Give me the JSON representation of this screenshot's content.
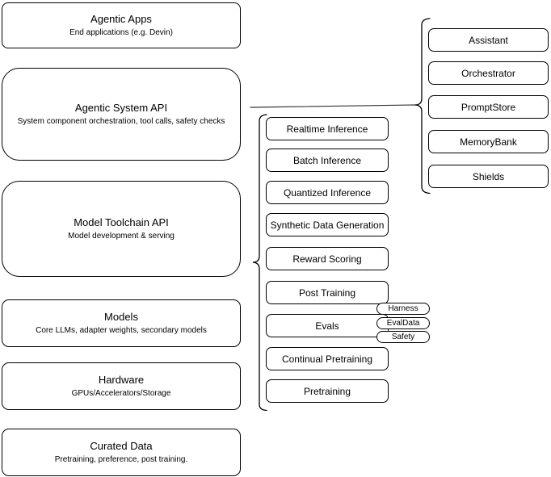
{
  "diagram": {
    "left_stack": [
      {
        "title": "Agentic Apps",
        "subtitle": "End applications (e.g. Devin)"
      },
      {
        "title": "Agentic System API",
        "subtitle": "System component orchestration, tool calls, safety checks"
      },
      {
        "title": "Model Toolchain API",
        "subtitle": "Model development & serving"
      },
      {
        "title": "Models",
        "subtitle": "Core LLMs, adapter weights, secondary models"
      },
      {
        "title": "Hardware",
        "subtitle": "GPUs/Accelerators/Storage"
      },
      {
        "title": "Curated Data",
        "subtitle": "Pretraining, preference, post training."
      }
    ],
    "toolchain_items": [
      "Realtime Inference",
      "Batch Inference",
      "Quantized Inference",
      "Synthetic Data Generation",
      "Reward Scoring",
      "Post Training",
      "Evals",
      "Continual Pretraining",
      "Pretraining"
    ],
    "eval_tags": [
      "Harness",
      "EvalData",
      "Safety"
    ],
    "system_components": [
      "Assistant",
      "Orchestrator",
      "PromptStore",
      "MemoryBank",
      "Shields"
    ],
    "colors": {
      "stroke": "#000000",
      "fill": "#ffffff",
      "text": "#000000",
      "connector": "#333333"
    }
  }
}
